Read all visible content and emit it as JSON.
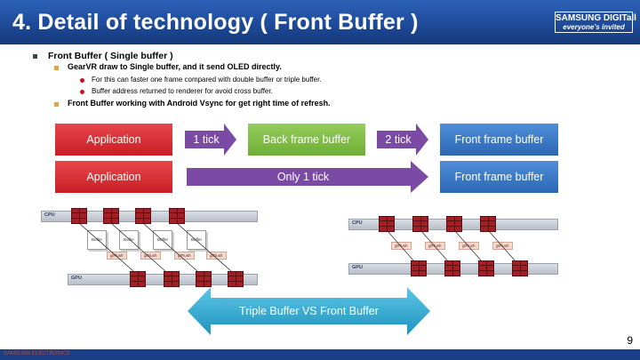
{
  "header": {
    "title": "4. Detail of technology ( Front Buffer )",
    "logo_line1": "SAMSUNG DIGITall",
    "logo_line2": "everyone's invited"
  },
  "bullets": {
    "b1": "Front Buffer ( Single buffer )",
    "b2a": "GearVR draw to Single buffer, and it send OLED directly.",
    "b3a": "For this can faster one frame compared with double buffer or triple buffer.",
    "b3b": "Buffer address returned to renderer for avoid cross buffer.",
    "b2b": "Front Buffer working with Android Vsync for get right time of refresh."
  },
  "flow": {
    "row1": {
      "application": "Application",
      "tick1": "1 tick",
      "back": "Back frame buffer",
      "tick2": "2 tick",
      "front": "Front frame buffer"
    },
    "row2": {
      "application": "Application",
      "only": "Only 1 tick",
      "front": "Front frame buffer"
    }
  },
  "diagram": {
    "cpu": "CPU",
    "gpu": "GPU",
    "buffer": "Buffer",
    "glflush": "glFlush"
  },
  "comparison_label": "Triple Buffer VS Front Buffer",
  "page_number": "9",
  "footer_text": "SAMSUNG ELECTRONICS",
  "colors": {
    "title_bar": "#1d4a99",
    "red_box": "#c81e26",
    "green_box": "#6fae34",
    "blue_box": "#2c67b4",
    "purple_arrow": "#7a4aa5",
    "cyan_arrow": "#27a3c8"
  }
}
